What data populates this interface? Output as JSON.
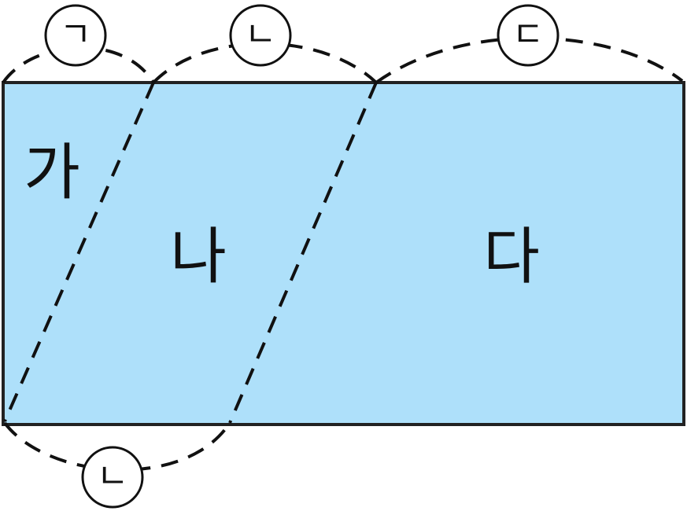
{
  "regions": {
    "ga": "가",
    "na": "나",
    "da": "다"
  },
  "markers": {
    "top_left": "ㄱ",
    "top_middle": "ㄴ",
    "top_right": "ㄷ",
    "bottom": "ㄴ"
  },
  "colors": {
    "fill": "#aee0fa",
    "stroke": "#222222"
  }
}
